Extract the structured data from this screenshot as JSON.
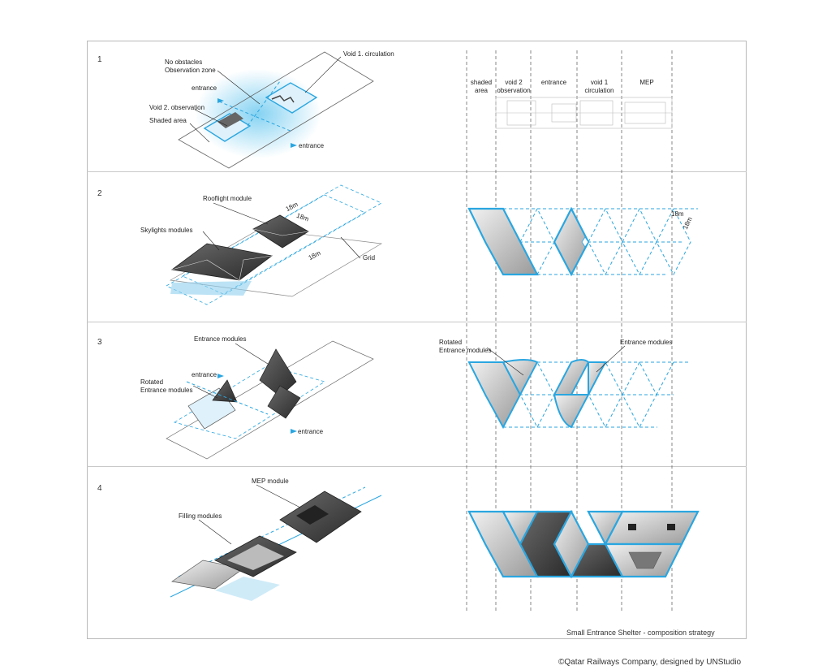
{
  "rows": [
    {
      "number": "1"
    },
    {
      "number": "2"
    },
    {
      "number": "3"
    },
    {
      "number": "4"
    }
  ],
  "row1": {
    "no_obstacles": "No obstacles",
    "observation_zone": "Observation zone",
    "void1": "Void 1. circulation",
    "entrance_top": "entrance",
    "void2": "Void 2. observation",
    "shaded_area": "Shaded area",
    "entrance_bottom": "entrance"
  },
  "zones": {
    "shaded_l1": "shaded",
    "shaded_l2": "area",
    "void2_l1": "void 2",
    "void2_l2": "observation",
    "entrance": "entrance",
    "void1_l1": "void 1",
    "void1_l2": "circulation",
    "mep": "MEP"
  },
  "row2": {
    "rooflight": "Rooflight module",
    "skylights": "Skylights modules",
    "grid": "Grid",
    "dim1": "18m",
    "dim2": "18m",
    "dim3": "18m",
    "dim_plan1": "18m",
    "dim_plan2": "18m"
  },
  "row3": {
    "entrance_modules": "Entrance modules",
    "entrance_top": "entrance",
    "rotated_l1": "Rotated",
    "rotated_l2": "Entrance modules",
    "entrance_bottom": "entrance",
    "plan_rotated_l1": "Rotated",
    "plan_rotated_l2": "Entrance modules",
    "plan_entrance_modules": "Entrance modules"
  },
  "row4": {
    "mep_module": "MEP module",
    "filling_modules": "Filling modules"
  },
  "caption": "Small Entrance Shelter - composition strategy",
  "credit": "©Qatar Railways Company, designed by UNStudio",
  "colors": {
    "accent": "#2aa6e0",
    "light_accent": "#9fd8f2",
    "grey": "#9a9a9a",
    "dark": "#3a3a3a"
  }
}
